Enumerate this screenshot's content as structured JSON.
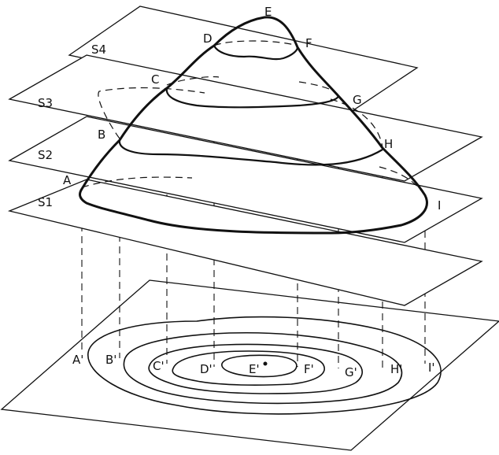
{
  "planes": {
    "s1": "S1",
    "s2": "S2",
    "s3": "S3",
    "s4": "S4"
  },
  "points": {
    "a": "A",
    "b": "B",
    "c": "C",
    "d": "D",
    "e": "E",
    "f": "F",
    "g": "G",
    "h": "H",
    "i": "I"
  },
  "projected_points": {
    "a": "A'",
    "b": "B'",
    "c": "C'",
    "d": "D'",
    "e": "E'",
    "f": "F'",
    "g": "G'",
    "h": "H'",
    "i": "I'"
  }
}
